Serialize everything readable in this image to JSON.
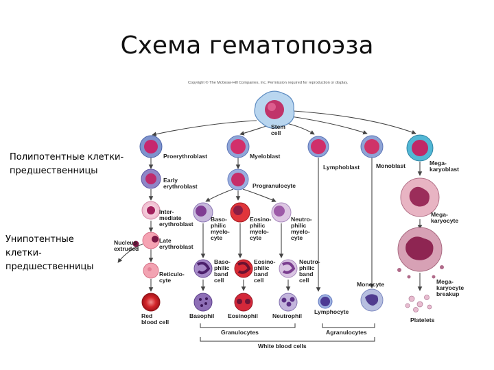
{
  "slide": {
    "title": "Схема гематопоэза",
    "multipotent_label": "Полипотентные клетки-предшественницы",
    "unipotent_label": "Унипотентные клетки-предшественницы"
  },
  "figure": {
    "copyright": "Copyright © The McGraw-Hill Companies, Inc. Permission required for reproduction or display.",
    "cells": {
      "stem": [
        "Stem",
        "cell"
      ],
      "proerythroblast": [
        "Proerythroblast"
      ],
      "myeloblast": [
        "Myeloblast"
      ],
      "lymphoblast": [
        "Lymphoblast"
      ],
      "monoblast": [
        "Monoblast"
      ],
      "megakaryoblast": [
        "Mega-",
        "karyoblast"
      ],
      "early_erythroblast": [
        "Early",
        "erythroblast"
      ],
      "progranulocyte": [
        "Progranulocyte"
      ],
      "intermediate_erythroblast": [
        "Inter-",
        "mediate",
        "erythroblast"
      ],
      "basophilic_myelocyte": [
        "Baso-",
        "philic",
        "myelo-",
        "cyte"
      ],
      "eosinophilic_myelocyte": [
        "Eosino-",
        "philic",
        "myelo-",
        "cyte"
      ],
      "neutrophilic_myelocyte": [
        "Neutro-",
        "philic",
        "myelo-",
        "cyte"
      ],
      "megakaryocyte": [
        "Mega-",
        "karyocyte"
      ],
      "nucleus_extruded": [
        "Nucleus",
        "extruded"
      ],
      "late_erythroblast": [
        "Late",
        "erythroblast"
      ],
      "basophilic_band": [
        "Baso-",
        "philic",
        "band",
        "cell"
      ],
      "eosinophilic_band": [
        "Eosino-",
        "philic",
        "band",
        "cell"
      ],
      "neutrophilic_band": [
        "Neutro-",
        "philic",
        "band",
        "cell"
      ],
      "reticulocyte": [
        "Reticulo-",
        "cyte"
      ],
      "monocyte": [
        "Monocyte"
      ],
      "megakaryocyte_breakup": [
        "Mega-",
        "karyocyte",
        "breakup"
      ],
      "red_blood_cell": [
        "Red",
        "blood cell"
      ],
      "basophil": [
        "Basophil"
      ],
      "eosinophil": [
        "Eosinophil"
      ],
      "neutrophil": [
        "Neutrophil"
      ],
      "lymphocyte": [
        "Lymphocyte"
      ],
      "platelets": [
        "Platelets"
      ]
    },
    "groups": {
      "granulocytes": "Granulocytes",
      "agranulocytes": "Agranulocytes",
      "white_blood_cells": "White blood cells"
    }
  }
}
